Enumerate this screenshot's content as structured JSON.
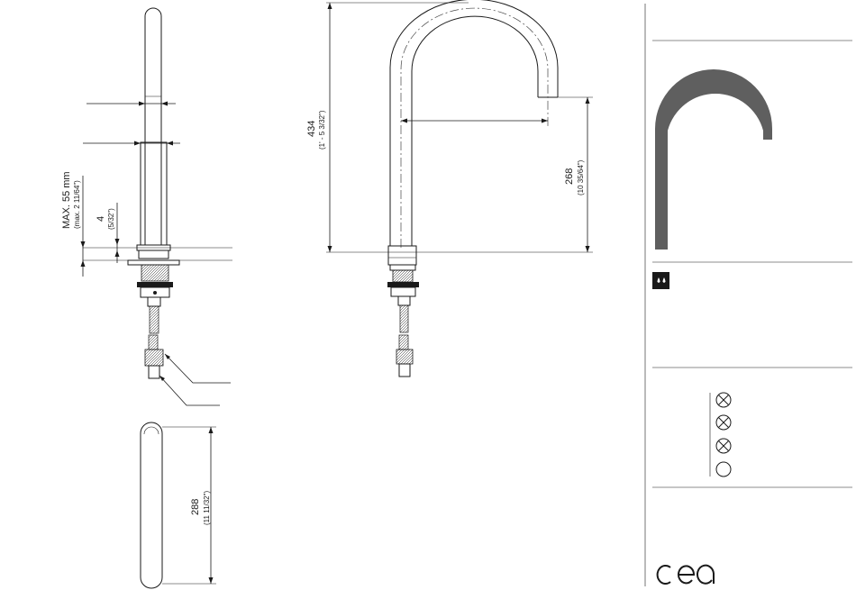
{
  "dimensions": {
    "deck_thickness": {
      "main": "MAX. 55 mm",
      "sub": "(max. 2 11/64\")"
    },
    "nut_offset": {
      "main": "4",
      "sub": "(5/32\")"
    },
    "total_height": {
      "main": "434",
      "sub": "(1' - 5 3/32\")"
    },
    "spout_height": {
      "main": "268",
      "sub": "(10 35/64\")"
    },
    "spout_reach": {
      "main": "288",
      "sub": "(11 11/32\")"
    }
  },
  "colors": {
    "line": "#1a1a1a",
    "silhouette": "#5f5f5f",
    "badge": "#1a1a1a"
  },
  "info_panel": {
    "water_icon": "two-drops-icon",
    "flow_symbols": [
      "circle-x-icon",
      "circle-x-icon",
      "circle-x-icon",
      "circle-empty-icon"
    ]
  },
  "brand": {
    "logo_text": "cea"
  }
}
